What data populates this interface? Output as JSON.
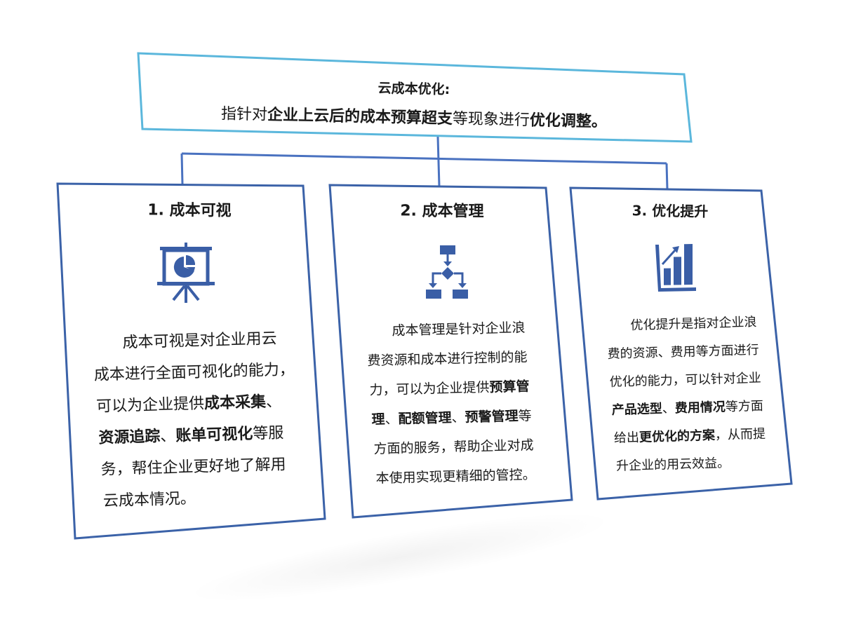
{
  "colors": {
    "top_border": "#5bb7dc",
    "card_border": "#3b62a8",
    "connector": "#4a72c0",
    "icon": "#3a5ea6",
    "text": "#1a1a1a"
  },
  "header": {
    "title": "云成本优化:",
    "description": {
      "p1": "指针对",
      "b1": "企业上云后的成本预算超支",
      "p2": "等现象进行",
      "b2": "优化调整。"
    }
  },
  "cards": [
    {
      "title": "1. 成本可视",
      "icon": "presentation-pie-chart-icon",
      "lines": [
        [
          {
            "t": "成本可视是对企业用云",
            "b": false
          }
        ],
        [
          {
            "t": "成本进行全面可视化的能力，",
            "b": false
          }
        ],
        [
          {
            "t": "可以为企业提供",
            "b": false
          },
          {
            "t": "成本采集",
            "b": true
          },
          {
            "t": "、",
            "b": false
          }
        ],
        [
          {
            "t": "资源追踪",
            "b": true
          },
          {
            "t": "、",
            "b": false
          },
          {
            "t": "账单可视化",
            "b": true
          },
          {
            "t": "等服",
            "b": false
          }
        ],
        [
          {
            "t": "务，帮住企业更好地了解用",
            "b": false
          }
        ],
        [
          {
            "t": "云成本情况。",
            "b": false
          }
        ]
      ]
    },
    {
      "title": "2. 成本管理",
      "icon": "flowchart-icon",
      "lines": [
        [
          {
            "t": "成本管理是针对企业浪",
            "b": false
          }
        ],
        [
          {
            "t": "费资源和成本进行控制的能",
            "b": false
          }
        ],
        [
          {
            "t": "力，可以为企业提供",
            "b": false
          },
          {
            "t": "预算管",
            "b": true
          }
        ],
        [
          {
            "t": "理",
            "b": true
          },
          {
            "t": "、",
            "b": false
          },
          {
            "t": "配额管理",
            "b": true
          },
          {
            "t": "、",
            "b": false
          },
          {
            "t": "预警管理",
            "b": true
          },
          {
            "t": "等",
            "b": false
          }
        ],
        [
          {
            "t": "方面的服务，帮助企业对成",
            "b": false
          }
        ],
        [
          {
            "t": "本使用实现更精细的管控。",
            "b": false
          }
        ]
      ]
    },
    {
      "title": "3. 优化提升",
      "icon": "bar-chart-growth-icon",
      "lines": [
        [
          {
            "t": "优化提升是指对企业浪",
            "b": false
          }
        ],
        [
          {
            "t": "费的资源、费用等方面进行",
            "b": false
          }
        ],
        [
          {
            "t": "优化的能力，可以针对企业",
            "b": false
          }
        ],
        [
          {
            "t": "产品选型",
            "b": true
          },
          {
            "t": "、",
            "b": false
          },
          {
            "t": "费用情况",
            "b": true
          },
          {
            "t": "等方面",
            "b": false
          }
        ],
        [
          {
            "t": "给出",
            "b": false
          },
          {
            "t": "更优化的方案",
            "b": true
          },
          {
            "t": "，从而提",
            "b": false
          }
        ],
        [
          {
            "t": "升企业的用云效益。",
            "b": false
          }
        ]
      ]
    }
  ]
}
